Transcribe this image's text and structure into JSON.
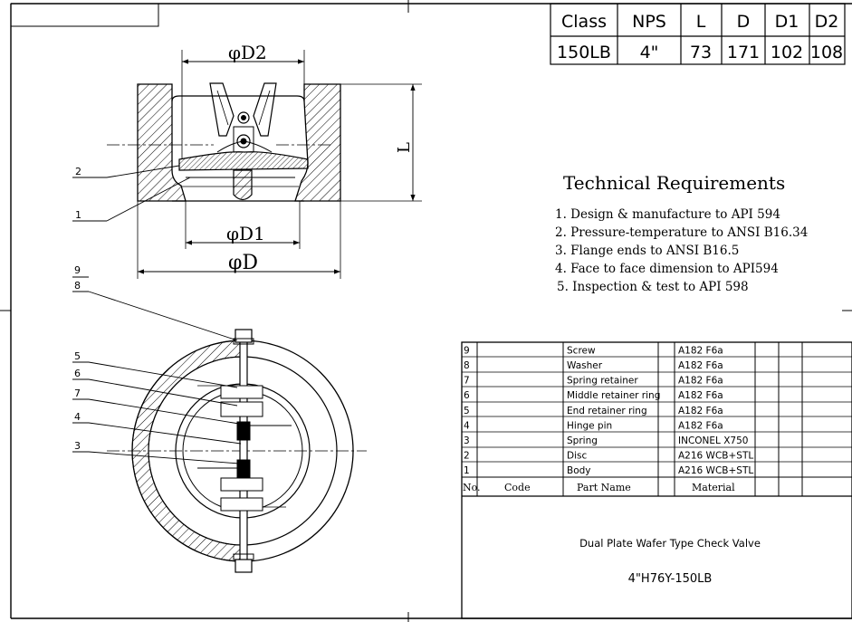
{
  "spec_table": {
    "headers": [
      "Class",
      "NPS",
      "L",
      "D",
      "D1",
      "D2"
    ],
    "values": [
      "150LB",
      "4\"",
      "73",
      "171",
      "102",
      "108"
    ]
  },
  "drawing": {
    "dim_d2": "φD2",
    "dim_d1": "φD1",
    "dim_d": "φD",
    "dim_l": "L",
    "balloons_top": [
      "2",
      "1"
    ],
    "balloons_bottom": [
      "9",
      "8",
      "5",
      "6",
      "7",
      "4",
      "3"
    ]
  },
  "requirements": {
    "title": "Technical Requirements",
    "items": [
      "1. Design & manufacture to API 594",
      "2. Pressure-temperature to ANSI B16.34",
      "3. Flange ends to ANSI B16.5",
      "4. Face to face dimension to API594",
      "5. Inspection & test to API 598"
    ]
  },
  "bom": {
    "rows": [
      {
        "no": "9",
        "code": "",
        "part": "Screw",
        "material": "A182 F6a"
      },
      {
        "no": "8",
        "code": "",
        "part": "Washer",
        "material": "A182 F6a"
      },
      {
        "no": "7",
        "code": "",
        "part": "Spring retainer",
        "material": "A182 F6a"
      },
      {
        "no": "6",
        "code": "",
        "part": "Middle retainer ring",
        "material": "A182 F6a"
      },
      {
        "no": "5",
        "code": "",
        "part": "End retainer ring",
        "material": "A182 F6a"
      },
      {
        "no": "4",
        "code": "",
        "part": "Hinge pin",
        "material": "A182 F6a"
      },
      {
        "no": "3",
        "code": "",
        "part": "Spring",
        "material": "INCONEL X750"
      },
      {
        "no": "2",
        "code": "",
        "part": "Disc",
        "material": "A216 WCB+STL"
      },
      {
        "no": "1",
        "code": "",
        "part": "Body",
        "material": "A216 WCB+STL"
      }
    ],
    "header": {
      "no": "No.",
      "code": "Code",
      "part": "Part Name",
      "material": "Material"
    }
  },
  "title_block": {
    "name": "Dual Plate Wafer Type Check Valve",
    "model": "4\"H76Y-150LB"
  }
}
